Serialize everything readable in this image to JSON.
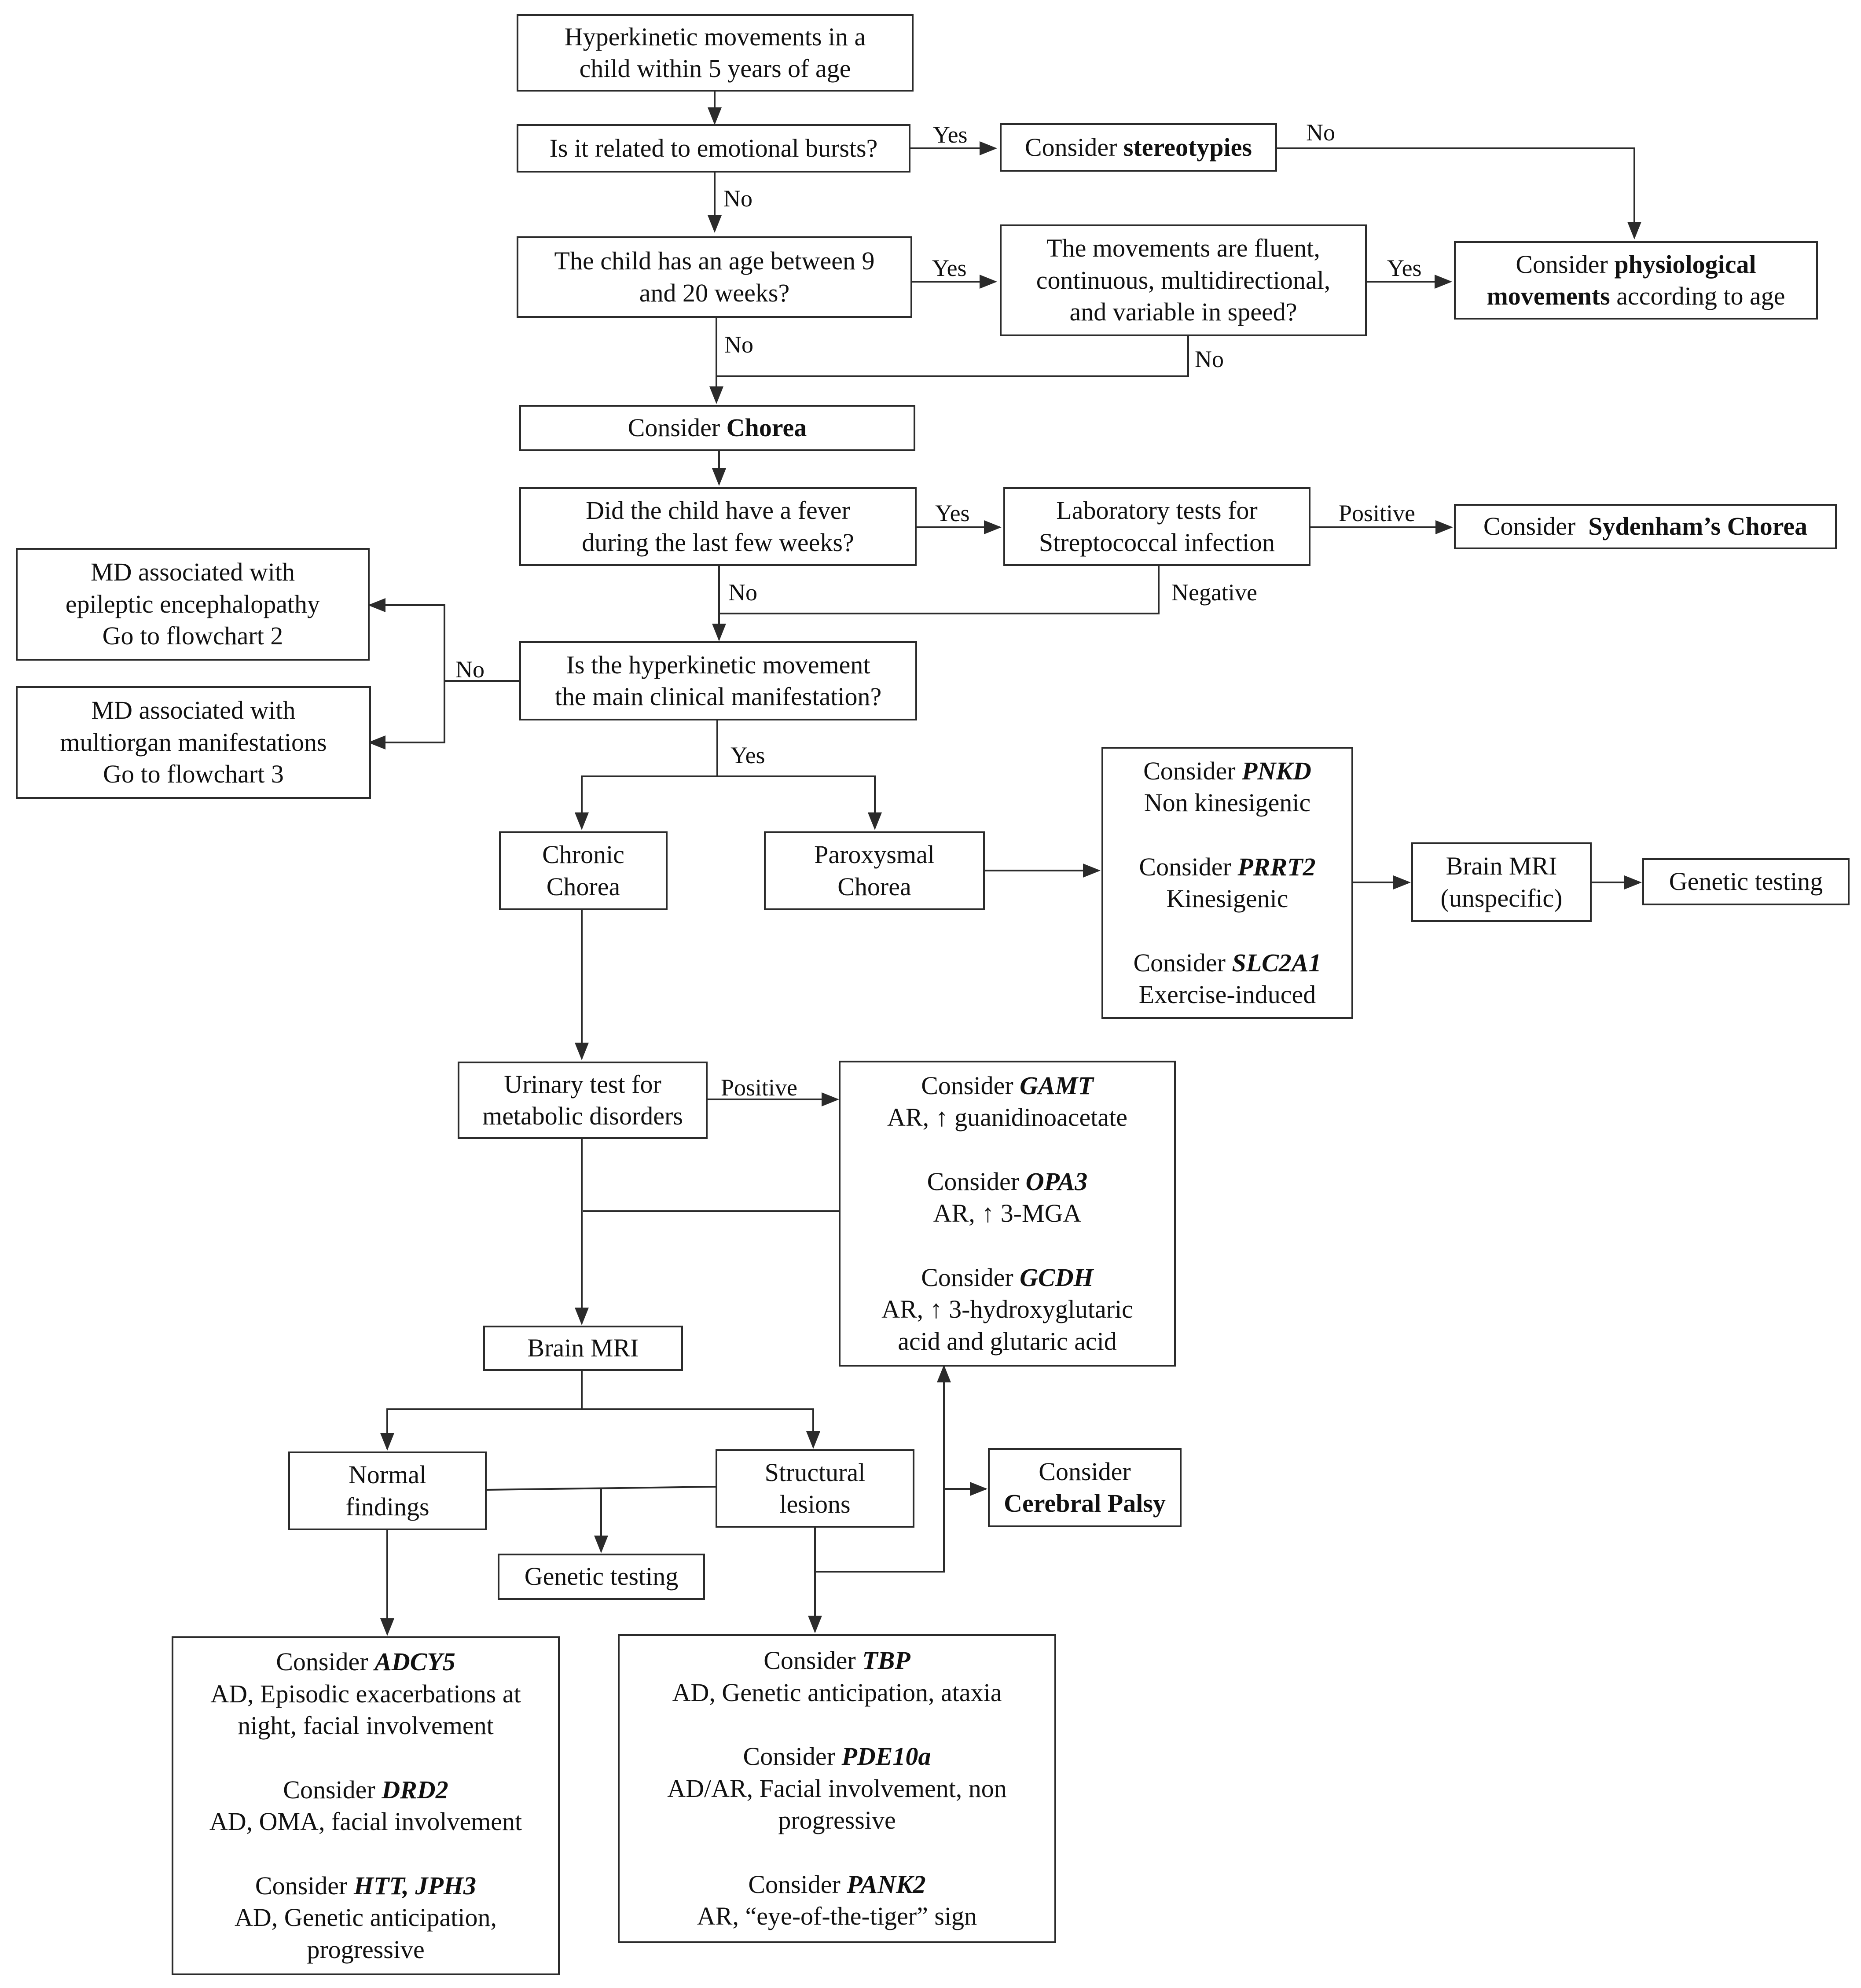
{
  "boxes": {
    "start": [
      "Hyperkinetic movements in a",
      "child within 5 years of age"
    ],
    "q_emotional": [
      "Is it related to emotional bursts?"
    ],
    "stereotypies": {
      "prefix": "Consider ",
      "bold": "stereotypies"
    },
    "q_age": [
      "The child has an age between 9",
      "and 20 weeks?"
    ],
    "q_fluent": [
      "The movements are fluent,",
      "continuous, multidirectional,",
      "and variable in speed?"
    ],
    "physiological": {
      "prefix": "Consider ",
      "bold1": "physiological",
      "bold2": "movements",
      "suffix": " according to age"
    },
    "chorea": {
      "prefix": "Consider ",
      "bold": "Chorea"
    },
    "q_fever": [
      "Did the child have a fever",
      "during the last few weeks?"
    ],
    "lab_tests": [
      "Laboratory tests for",
      "Streptococcal infection"
    ],
    "sydenham": {
      "prefix": "Consider ",
      "bold": "Sydenham’s Chorea"
    },
    "md_epileptic": [
      "MD associated with",
      "epileptic encephalopathy",
      "Go to flowchart 2"
    ],
    "md_multiorgan": [
      "MD associated with",
      "multiorgan manifestations",
      "Go to flowchart 3"
    ],
    "q_main": [
      "Is the hyperkinetic movement",
      "the main clinical manifestation?"
    ],
    "chronic": [
      "Chronic",
      "Chorea"
    ],
    "paroxysmal": [
      "Paroxysmal",
      "Chorea"
    ],
    "paroxysmal_genes": [
      {
        "gene": "PNKD",
        "desc": [
          "Non kinesigenic"
        ]
      },
      {
        "gene": "PRRT2",
        "desc": [
          "Kinesigenic"
        ]
      },
      {
        "gene": "SLC2A1",
        "desc": [
          "Exercise-induced"
        ]
      }
    ],
    "brain_mri_unspecific": [
      "Brain MRI",
      "(unspecific)"
    ],
    "genetic_testing_top": [
      "Genetic testing"
    ],
    "urinary": [
      "Urinary test for",
      "metabolic disorders"
    ],
    "metabolic_genes": [
      {
        "gene": "GAMT",
        "desc": [
          "AR, ↑ guanidinoacetate"
        ]
      },
      {
        "gene": "OPA3",
        "desc": [
          "AR, ↑ 3-MGA"
        ]
      },
      {
        "gene": "GCDH",
        "desc": [
          "AR, ↑ 3-hydroxyglutaric",
          "acid and glutaric acid"
        ]
      }
    ],
    "brain_mri": [
      "Brain MRI"
    ],
    "normal": [
      "Normal",
      "findings"
    ],
    "structural": [
      "Structural",
      "lesions"
    ],
    "cerebral_palsy": {
      "prefix": "Consider",
      "bold": "Cerebral Palsy"
    },
    "genetic_testing_mid": [
      "Genetic testing"
    ],
    "normal_genes": [
      {
        "gene": "ADCY5",
        "desc": [
          "AD, Episodic exacerbations at",
          "night, facial involvement"
        ]
      },
      {
        "gene": "DRD2",
        "desc": [
          "AD, OMA, facial involvement"
        ]
      },
      {
        "gene": "HTT, JPH3",
        "desc": [
          "AD, Genetic anticipation,",
          "progressive"
        ]
      }
    ],
    "structural_genes": [
      {
        "gene": "TBP",
        "desc": [
          "AD, Genetic anticipation, ataxia"
        ]
      },
      {
        "gene": "PDE10a",
        "desc": [
          "AD/AR, Facial involvement, non",
          "progressive"
        ]
      },
      {
        "gene": "PANK2",
        "desc": [
          "AR, “eye-of-the-tiger” sign"
        ]
      }
    ],
    "consider_word": "Consider"
  },
  "labels": {
    "yes": "Yes",
    "no": "No",
    "positive": "Positive",
    "negative": "Negative"
  }
}
